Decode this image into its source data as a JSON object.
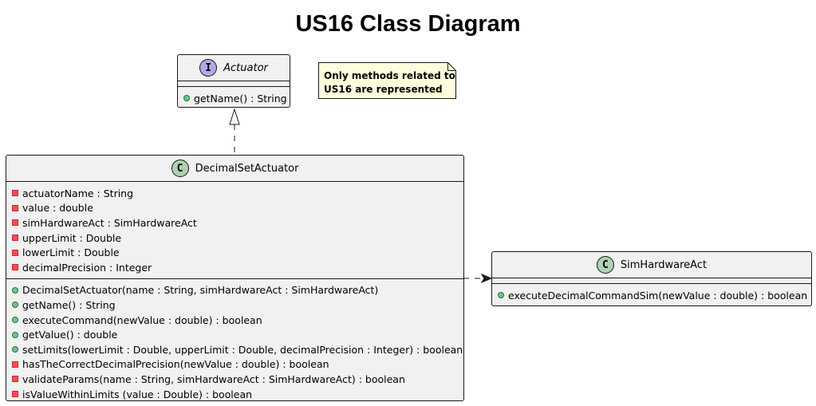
{
  "diagram": {
    "title": "US16 Class Diagram",
    "note": {
      "lines": [
        "Only methods related to",
        "US16 are represented"
      ]
    },
    "classes": {
      "actuator": {
        "kind": "interface",
        "badge": "I",
        "name": "Actuator",
        "fields": [],
        "methods": [
          {
            "visibility": "public",
            "text": "getName() : String"
          }
        ]
      },
      "decimal_set_actuator": {
        "kind": "class",
        "badge": "C",
        "name": "DecimalSetActuator",
        "fields": [
          {
            "visibility": "private",
            "text": "actuatorName : String"
          },
          {
            "visibility": "private",
            "text": "value : double"
          },
          {
            "visibility": "private",
            "text": "simHardwareAct : SimHardwareAct"
          },
          {
            "visibility": "private",
            "text": "upperLimit : Double"
          },
          {
            "visibility": "private",
            "text": "lowerLimit : Double"
          },
          {
            "visibility": "private",
            "text": "decimalPrecision : Integer"
          }
        ],
        "methods": [
          {
            "visibility": "public",
            "text": "DecimalSetActuator(name : String, simHardwareAct : SimHardwareAct)"
          },
          {
            "visibility": "public",
            "text": "getName() : String"
          },
          {
            "visibility": "public",
            "text": "executeCommand(newValue : double) : boolean"
          },
          {
            "visibility": "public",
            "text": "getValue() : double"
          },
          {
            "visibility": "public",
            "text": "setLimits(lowerLimit : Double, upperLimit : Double, decimalPrecision : Integer) : boolean"
          },
          {
            "visibility": "private",
            "text": "hasTheCorrectDecimalPrecision(newValue : double) : boolean"
          },
          {
            "visibility": "private",
            "text": "validateParams(name : String, simHardwareAct : SimHardwareAct) : boolean"
          },
          {
            "visibility": "private",
            "text": "isValueWithinLimits (value : Double) : boolean"
          }
        ]
      },
      "sim_hardware_act": {
        "kind": "class",
        "badge": "C",
        "name": "SimHardwareAct",
        "fields": [],
        "methods": [
          {
            "visibility": "public",
            "text": "executeDecimalCommandSim(newValue : double) : boolean"
          }
        ]
      }
    },
    "relations": [
      {
        "type": "realization",
        "from": "DecimalSetActuator",
        "to": "Actuator"
      },
      {
        "type": "dependency",
        "from": "DecimalSetActuator",
        "to": "SimHardwareAct"
      }
    ],
    "colors": {
      "box_fill": "#F1F1F1",
      "border": "#181818",
      "interface_badge": "#B4A7E5",
      "class_badge": "#ADD1B2",
      "note_fill": "#FEFFDD",
      "public_fill": "#84BE84",
      "private_fill": "#F24D5C"
    }
  }
}
